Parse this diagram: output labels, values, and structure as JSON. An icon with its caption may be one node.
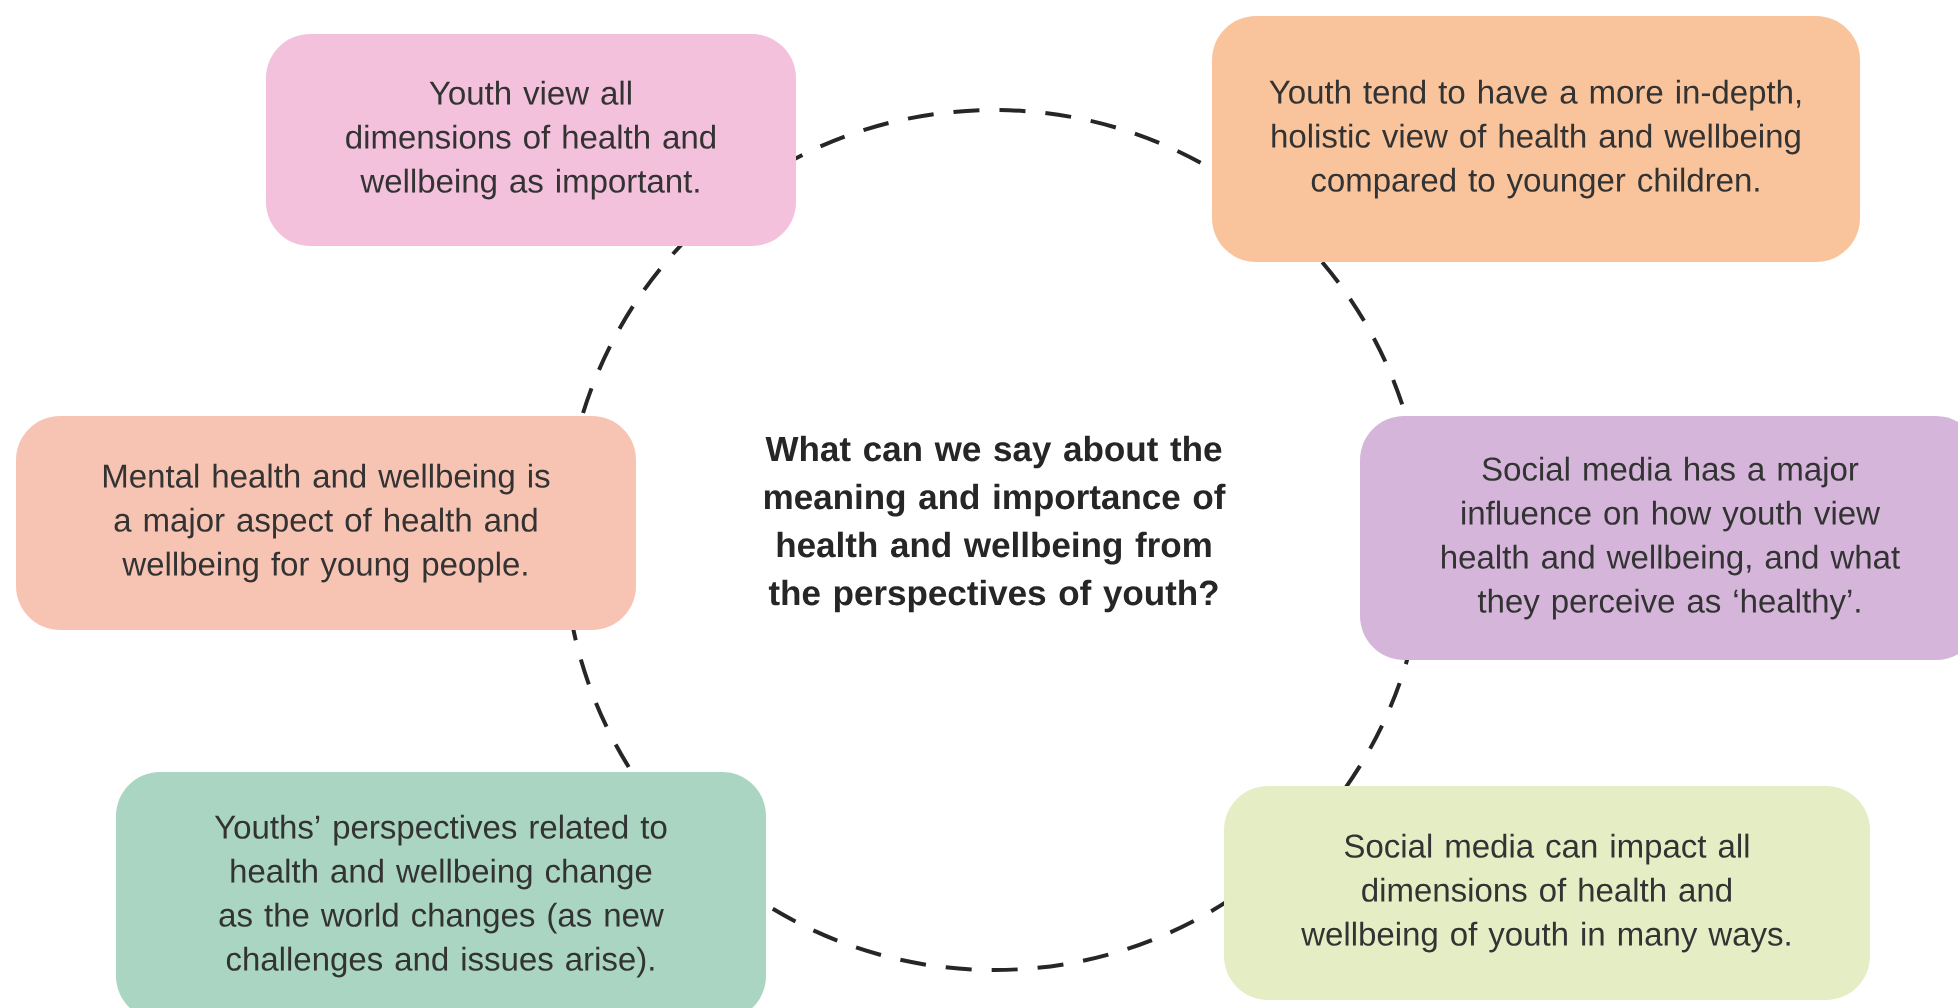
{
  "diagram": {
    "nodes": [
      {
        "text": [
          "What can we say about the meaning and importance of health and wellbeing from the perspectives of youth?"
        ]
      },
      {
        "text": [
          "Youth view all dimensions of health and wellbeing as important."
        ]
      },
      {
        "text": [
          "Youth tend to have a more in-depth, holistic view of health and wellbeing compared to younger children."
        ]
      },
      {
        "text": [
          "Mental health and wellbeing is a major aspect of health and wellbeing for young people."
        ]
      },
      {
        "text": [
          "Social media has a major influence on how youth view health and wellbeing, and what they perceive as ‘healthy’."
        ]
      },
      {
        "text": [
          "Youths’ perspectives related to health and wellbeing change as the world changes (as new challenges and issues arise)."
        ]
      },
      {
        "text": [
          "Social media can impact all dimensions of health and wellbeing of youth in many ways."
        ]
      }
    ]
  }
}
